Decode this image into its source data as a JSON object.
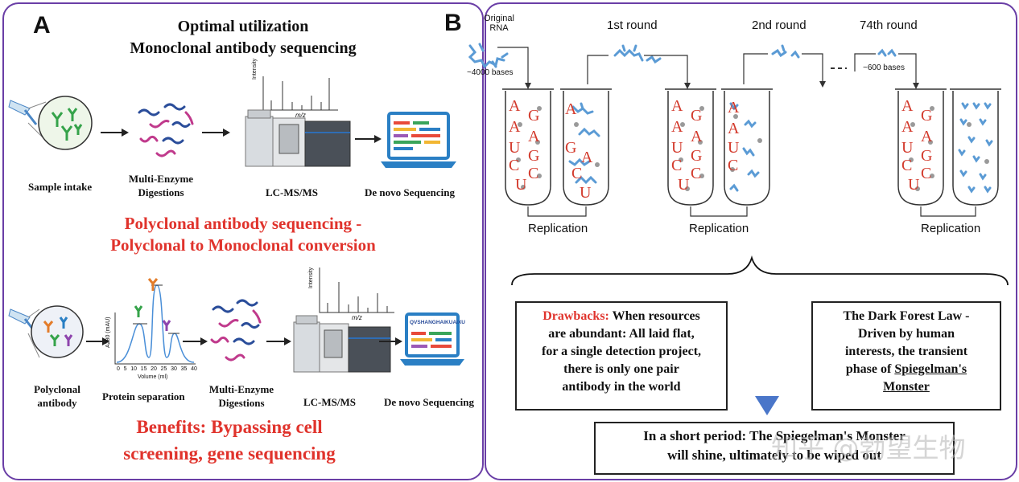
{
  "panel_a": {
    "letter": "A",
    "title_line1": "Optimal utilization",
    "title_line2": "Monoclonal antibody sequencing",
    "top_flow": {
      "sample": "Sample intake",
      "digest_line1": "Multi-Enzyme",
      "digest_line2": "Digestions",
      "lcms": "LC-MS/MS",
      "denovo": "De novo Sequencing"
    },
    "spectrum_ylabel": "Intensity",
    "spectrum_xlabel": "m/z",
    "poly_title_line1": "Polyclonal antibody sequencing -",
    "poly_title_line2": "Polyclonal to Monoclonal conversion",
    "bottom_flow": {
      "sample_line1": "Polyclonal",
      "sample_line2": "antibody",
      "separation": "Protein separation",
      "digest_line1": "Multi-Enzyme",
      "digest_line2": "Digestions",
      "lcms": "LC-MS/MS",
      "denovo": "De novo Sequencing"
    },
    "chromatogram_ylabel": "A280 (mAU)",
    "chromatogram_xlabel": "Volume (ml)",
    "chromatogram_ticks": [
      "0",
      "5",
      "10",
      "15",
      "20",
      "25",
      "30",
      "35",
      "40"
    ],
    "screen_text": "QVSHANGHAIKUAIXU",
    "benefits_line1": "Benefits: Bypassing cell",
    "benefits_line2": "screening, gene sequencing"
  },
  "panel_b": {
    "letter": "B",
    "original_line1": "Original",
    "original_line2": "RNA",
    "round1": "1st round",
    "round2": "2nd round",
    "round74": "74th round",
    "bases_start": "~4000 bases",
    "bases_end": "~600 bases",
    "tube_letters": [
      "A",
      "A",
      "U",
      "C",
      "U",
      "G",
      "A",
      "G",
      "C"
    ],
    "replication": "Replication",
    "box_left": {
      "label": "Drawbacks:",
      "text_1": "When resources",
      "text_2": "are abundant: All laid flat,",
      "text_3": "for a single detection project,",
      "text_4": "there is only one pair",
      "text_5": "antibody in the world"
    },
    "box_right": {
      "line1": "The Dark Forest Law -",
      "line2": "Driven by human",
      "line3": "interests, the transient",
      "line4": "phase of",
      "line5": "Spiegelman's",
      "line6": "Monster"
    },
    "box_bottom": {
      "line1": "In a short period: The Spiegelman's Monster",
      "line2": "will shine, ultimately to be wiped out"
    },
    "watermark": "知乎 @勃望生物"
  },
  "colors": {
    "frame": "#6a3ea6",
    "red": "#e0332c",
    "rna_blue": "#5b9bd5",
    "arrow_blue": "#4a76c9"
  }
}
